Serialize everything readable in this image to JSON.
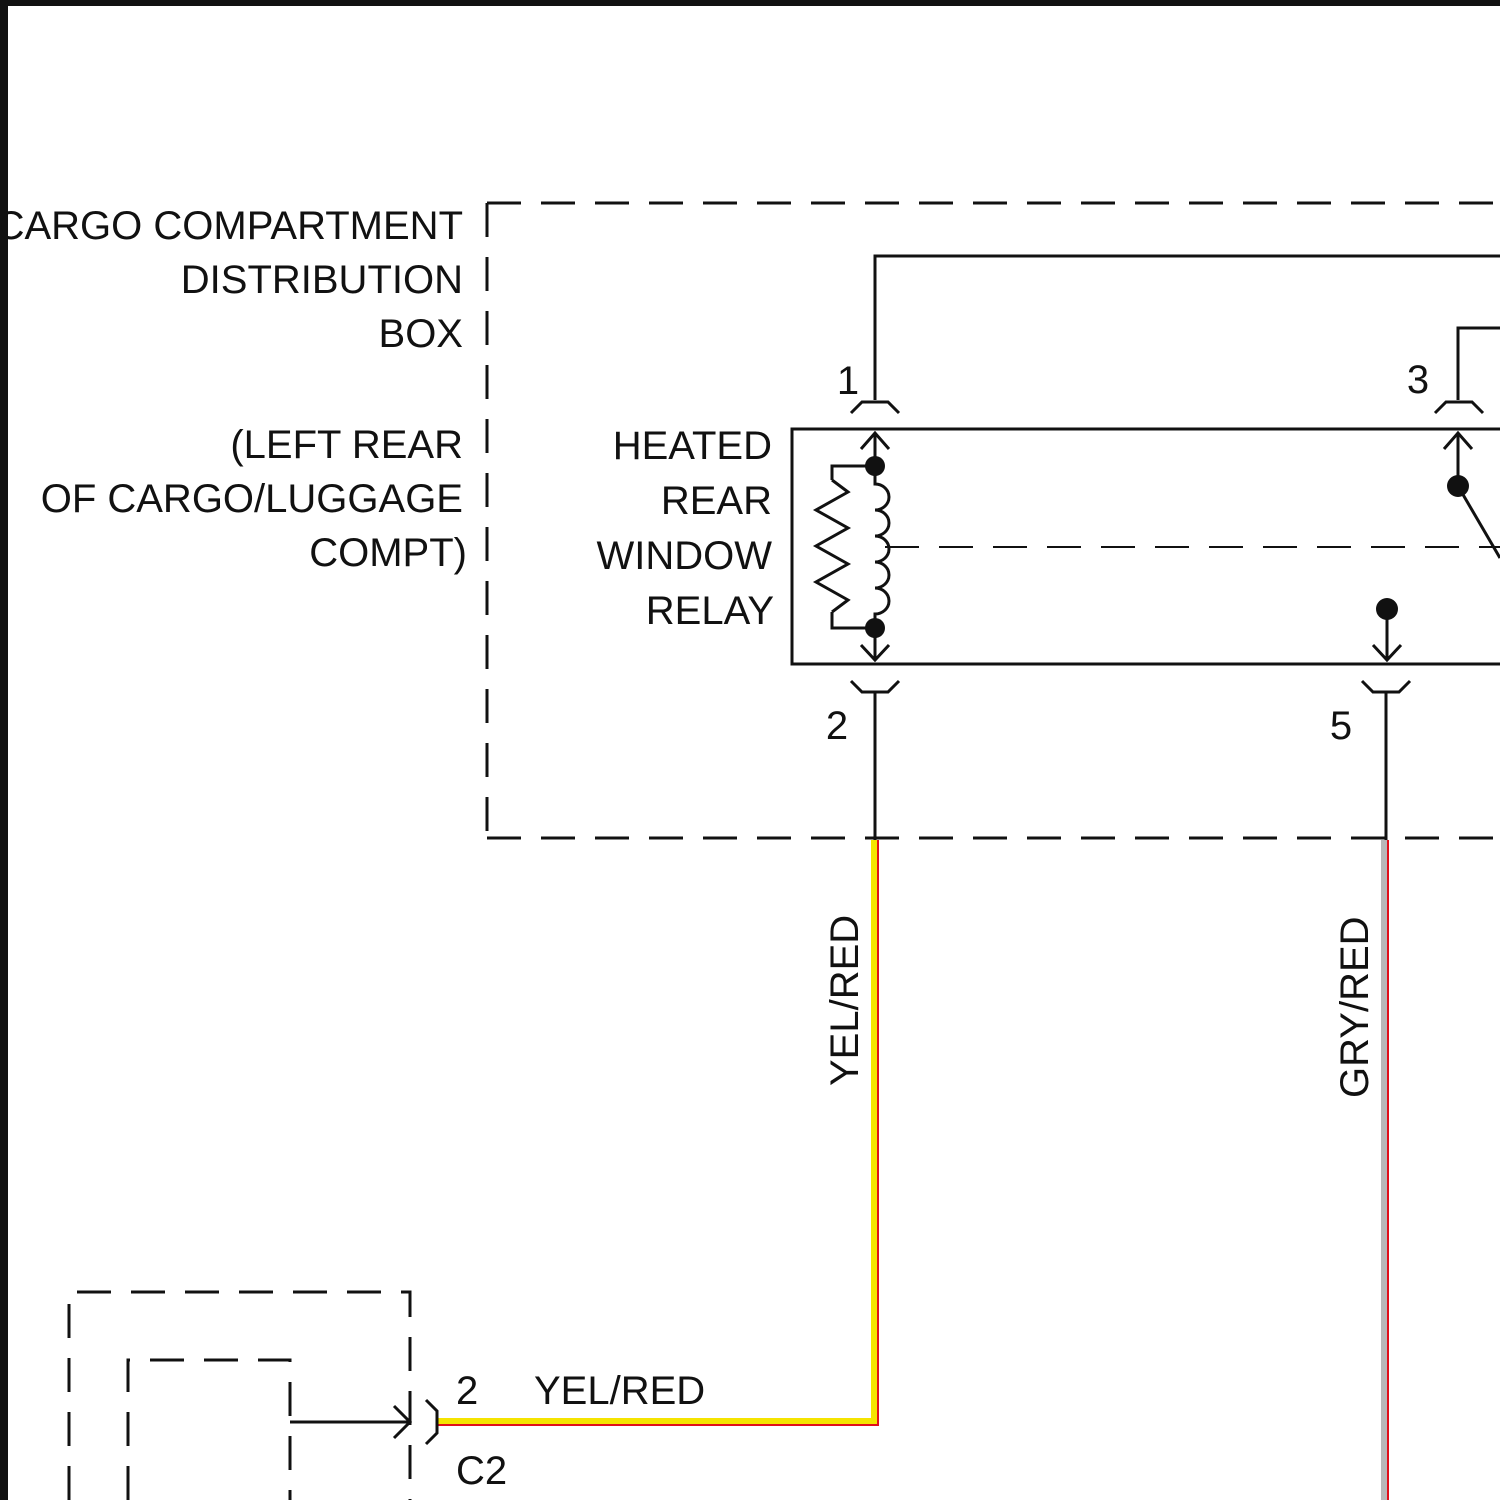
{
  "distribution_box": {
    "name_lines": [
      "CARGO COMPARTMENT",
      "DISTRIBUTION",
      "BOX"
    ],
    "location_lines": [
      "(LEFT REAR",
      "OF CARGO/LUGGAGE",
      "COMPT)"
    ]
  },
  "relay": {
    "name_lines": [
      "HEATED",
      "REAR",
      "WINDOW",
      "RELAY"
    ]
  },
  "pins": {
    "p1": "1",
    "p2": "2",
    "p3": "3",
    "p5": "5",
    "c2_pin": "2"
  },
  "wires": {
    "yel_red_vertical": "YEL/RED",
    "gry_red_vertical": "GRY/RED",
    "yel_red_horizontal": "YEL/RED"
  },
  "connector": {
    "name": "C2"
  },
  "colors": {
    "line": "#111111",
    "wire_yellow": "#f5e400",
    "wire_red": "#e0101a",
    "wire_gray": "#b8b8b8"
  }
}
